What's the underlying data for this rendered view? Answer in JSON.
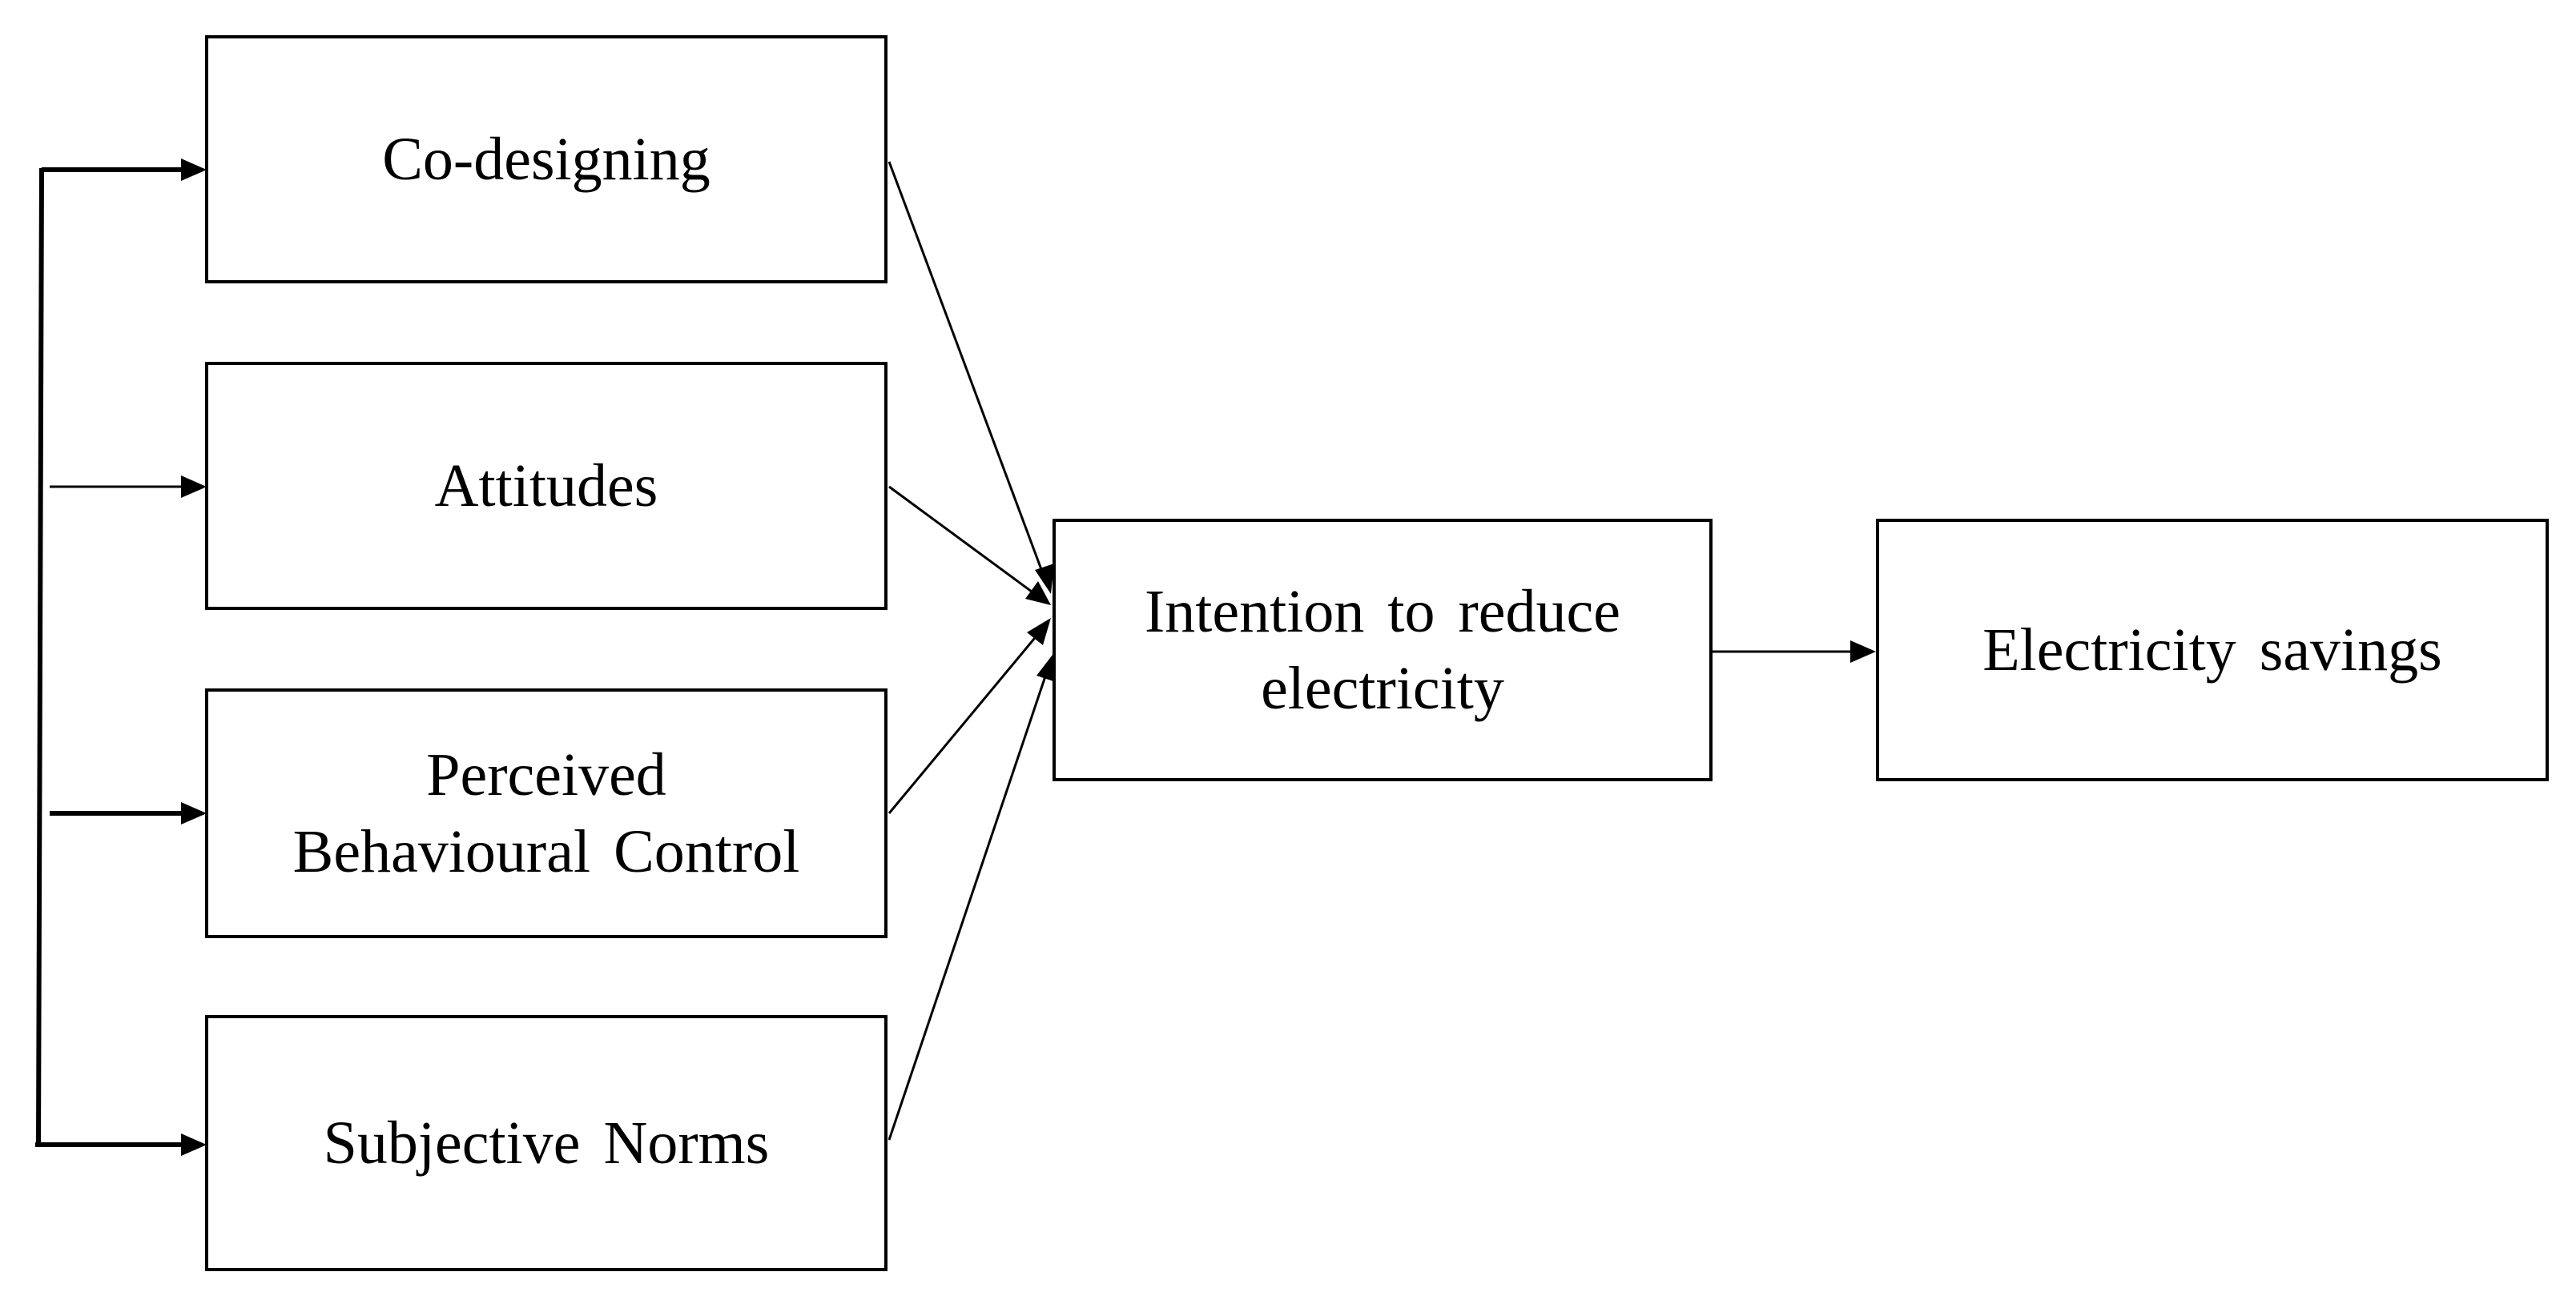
{
  "nodes": {
    "codesigning": {
      "lines": [
        "Co-designing"
      ]
    },
    "attitudes": {
      "lines": [
        "Attitudes"
      ]
    },
    "pbc": {
      "lines": [
        "Perceived",
        "Behavioural Control"
      ]
    },
    "norms": {
      "lines": [
        "Subjective Norms"
      ]
    },
    "intention": {
      "lines": [
        "Intention to reduce",
        "electricity"
      ]
    },
    "savings": {
      "lines": [
        "Electricity savings"
      ]
    }
  },
  "edges": [
    {
      "from": "codesigning",
      "to": "intention"
    },
    {
      "from": "attitudes",
      "to": "intention"
    },
    {
      "from": "pbc",
      "to": "intention"
    },
    {
      "from": "norms",
      "to": "intention"
    },
    {
      "from": "intention",
      "to": "savings"
    }
  ],
  "input_bracket": {
    "targets": [
      "codesigning",
      "attitudes",
      "pbc",
      "norms"
    ]
  },
  "colors": {
    "line": "#000000",
    "box_border": "#000000",
    "background": "#ffffff"
  }
}
